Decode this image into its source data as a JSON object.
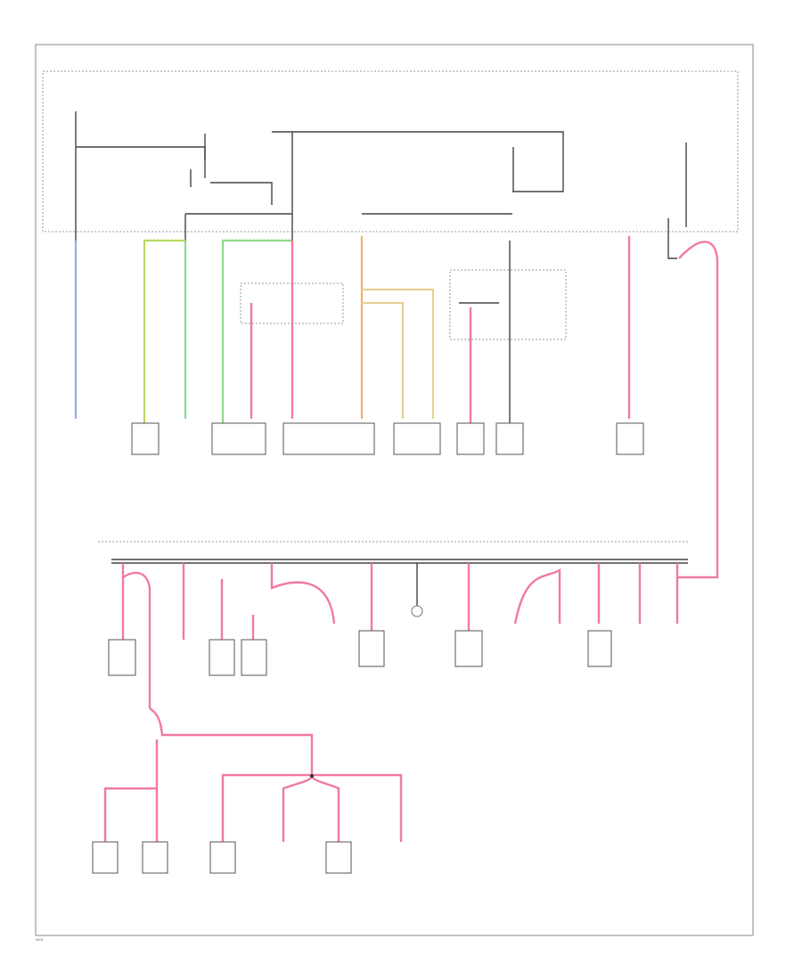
{
  "diagram": {
    "corner_code": "0001",
    "header_lines": [
      "",
      "",
      ""
    ],
    "legend": [
      "",
      ""
    ],
    "lamps_top": [
      {
        "id": "g1",
        "label": ""
      },
      {
        "id": "g2",
        "label": ""
      },
      {
        "id": "g3",
        "label": ""
      },
      {
        "id": "g4",
        "label": ""
      },
      {
        "id": "g5",
        "label": ""
      },
      {
        "id": "g6",
        "label": ""
      },
      {
        "id": "g7",
        "label": ""
      },
      {
        "id": "g8",
        "label": ""
      }
    ],
    "lamps_middle": [
      {
        "id": "m1",
        "label": ""
      },
      {
        "id": "m2",
        "label": ""
      },
      {
        "id": "m3",
        "label": ""
      },
      {
        "id": "m4",
        "label": ""
      },
      {
        "id": "m5",
        "label": ""
      },
      {
        "id": "m6",
        "label": ""
      },
      {
        "id": "m7",
        "label": ""
      },
      {
        "id": "m8",
        "label": ""
      }
    ],
    "lamps_bottom": [
      {
        "id": "b1",
        "label": ""
      },
      {
        "id": "b2",
        "label": ""
      },
      {
        "id": "b3",
        "label": ""
      },
      {
        "id": "b4",
        "label": ""
      },
      {
        "id": "b5",
        "label": ""
      },
      {
        "id": "b6",
        "label": ""
      }
    ],
    "colors": {
      "pink": "#f07aa2",
      "blue": "#9aa6ee",
      "yellow_green": "#b6d95e",
      "green": "#8fd88a",
      "orange": "#f0b070",
      "tan": "#e8cd90",
      "black": "#444444"
    }
  }
}
